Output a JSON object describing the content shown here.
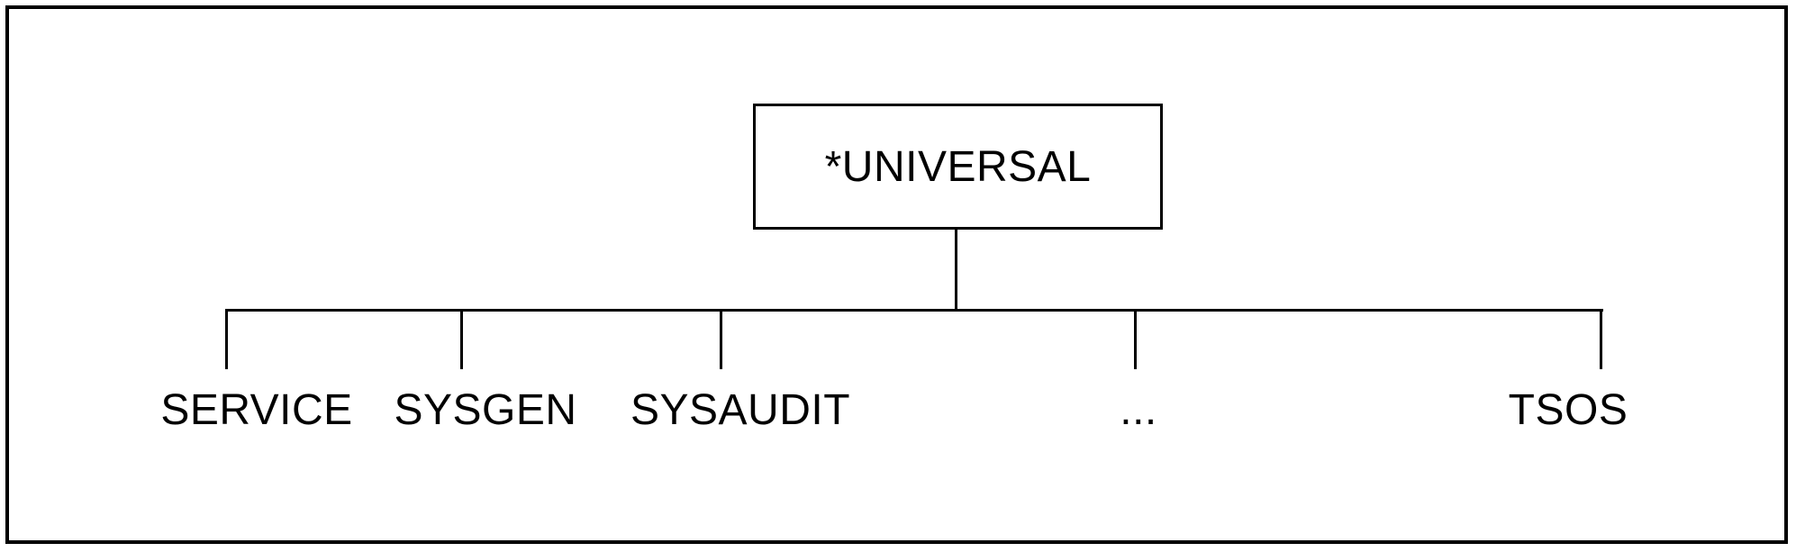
{
  "diagram": {
    "type": "tree",
    "root": {
      "label": "*UNIVERSAL"
    },
    "children": [
      {
        "label": "SERVICE"
      },
      {
        "label": "SYSGEN"
      },
      {
        "label": "SYSAUDIT"
      },
      {
        "label": "..."
      },
      {
        "label": "TSOS"
      }
    ],
    "colors": {
      "line": "#000000",
      "text": "#000000",
      "background": "#ffffff"
    }
  }
}
